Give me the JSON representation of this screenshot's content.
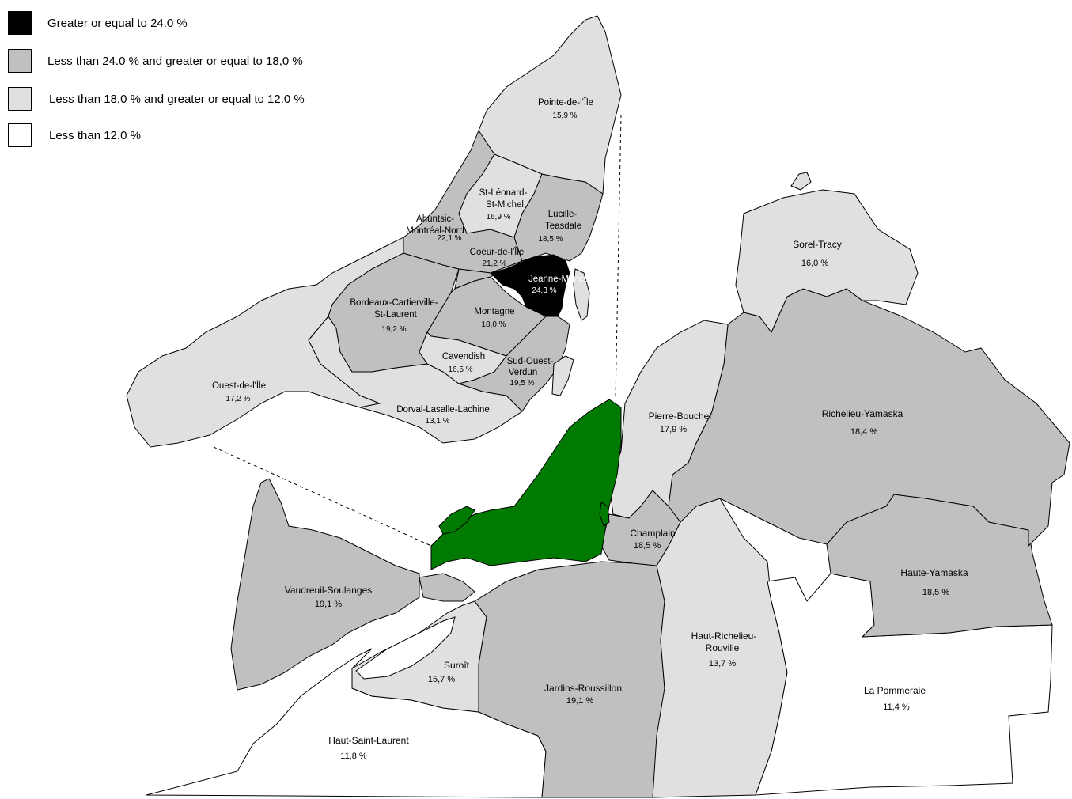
{
  "legend": {
    "items": [
      {
        "label": "Greater or equal to 24.0 %",
        "color": "#000000"
      },
      {
        "label": "Less than 24.0 % and greater or equal to 18,0 %",
        "color": "#c0c0c0"
      },
      {
        "label": "Less than 18,0 % and greater or equal to 12.0 %",
        "color": "#e0e0e0"
      },
      {
        "label": "Less than 12.0 %",
        "color": "#ffffff"
      }
    ]
  },
  "colors": {
    "class1": "#000000",
    "class2": "#c0c0c0",
    "class3": "#e0e0e0",
    "class4": "#ffffff",
    "montreal_highlight": "#007a00",
    "outline": "#000000"
  },
  "main_regions": [
    {
      "id": "sorel-tracy",
      "name": "Sorel-Tracy",
      "value": "16,0 %"
    },
    {
      "id": "richelieu-yamaska",
      "name": "Richelieu-Yamaska",
      "value": "18,4 %"
    },
    {
      "id": "pierre-boucher",
      "name": "Pierre-Boucher",
      "value": "17,9 %"
    },
    {
      "id": "champlain",
      "name": "Champlain",
      "value": "18,5 %"
    },
    {
      "id": "haute-yamaska",
      "name": "Haute-Yamaska",
      "value": "18,5 %"
    },
    {
      "id": "vaudreuil-soulanges",
      "name": "Vaudreuil-Soulanges",
      "value": "19,1 %"
    },
    {
      "id": "haut-richelieu-rouville",
      "name1": "Haut-Richelieu-",
      "name2": "Rouville",
      "value": "13,7 %"
    },
    {
      "id": "suroit",
      "name": "Suroît",
      "value": "15,7 %"
    },
    {
      "id": "jardins-roussillon",
      "name": "Jardins-Roussillon",
      "value": "19,1 %"
    },
    {
      "id": "la-pommeraie",
      "name": "La Pommeraie",
      "value": "11,4 %"
    },
    {
      "id": "haut-saint-laurent",
      "name": "Haut-Saint-Laurent",
      "value": "11,8 %"
    }
  ],
  "inset_regions": [
    {
      "id": "pointe-de-l-ile",
      "name": "Pointe-de-l'Île",
      "value": "15,9 %"
    },
    {
      "id": "st-leonard-st-michel",
      "name1": "St-Léonard-",
      "name2": "St-Michel",
      "value": "16,9 %"
    },
    {
      "id": "lucille-teasdale",
      "name1": "Lucille-",
      "name2": "Teasdale",
      "value": "18,5 %"
    },
    {
      "id": "ahuntsic-montreal-nord",
      "name1": "Ahuntsic-",
      "name2": "Montréal-Nord",
      "value": "22,1 %"
    },
    {
      "id": "coeur-de-l-ile",
      "name": "Coeur-de-l'Île",
      "value": "21,2 %"
    },
    {
      "id": "jeanne-mance",
      "name": "Jeanne-Mance",
      "value": "24,3 %"
    },
    {
      "id": "bordeaux-cartierville-st-laurent",
      "name1": "Bordeaux-Cartierville-",
      "name2": "St-Laurent",
      "value": "19,2 %"
    },
    {
      "id": "montagne",
      "name": "Montagne",
      "value": "18,0 %"
    },
    {
      "id": "cavendish",
      "name": "Cavendish",
      "value": "16,5 %"
    },
    {
      "id": "sud-ouest-verdun",
      "name1": "Sud-Ouest-",
      "name2": "Verdun",
      "value": "19,5 %"
    },
    {
      "id": "ouest-de-l-ile",
      "name": "Ouest-de-l'Île",
      "value": "17,2 %"
    },
    {
      "id": "dorval-lasalle-lachine",
      "name": "Dorval-Lasalle-Lachine",
      "value": "13,1 %"
    }
  ]
}
